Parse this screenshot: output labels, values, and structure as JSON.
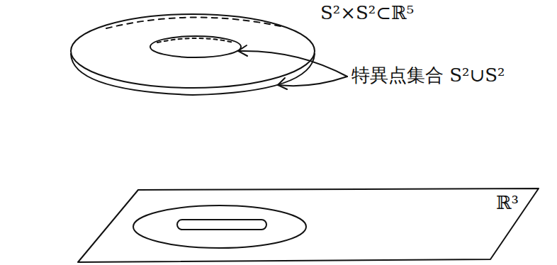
{
  "diagram": {
    "labels": [
      "S²×S²⊂ℝ⁵",
      "特異点集合 S²∪S²",
      "ℝ³"
    ]
  }
}
